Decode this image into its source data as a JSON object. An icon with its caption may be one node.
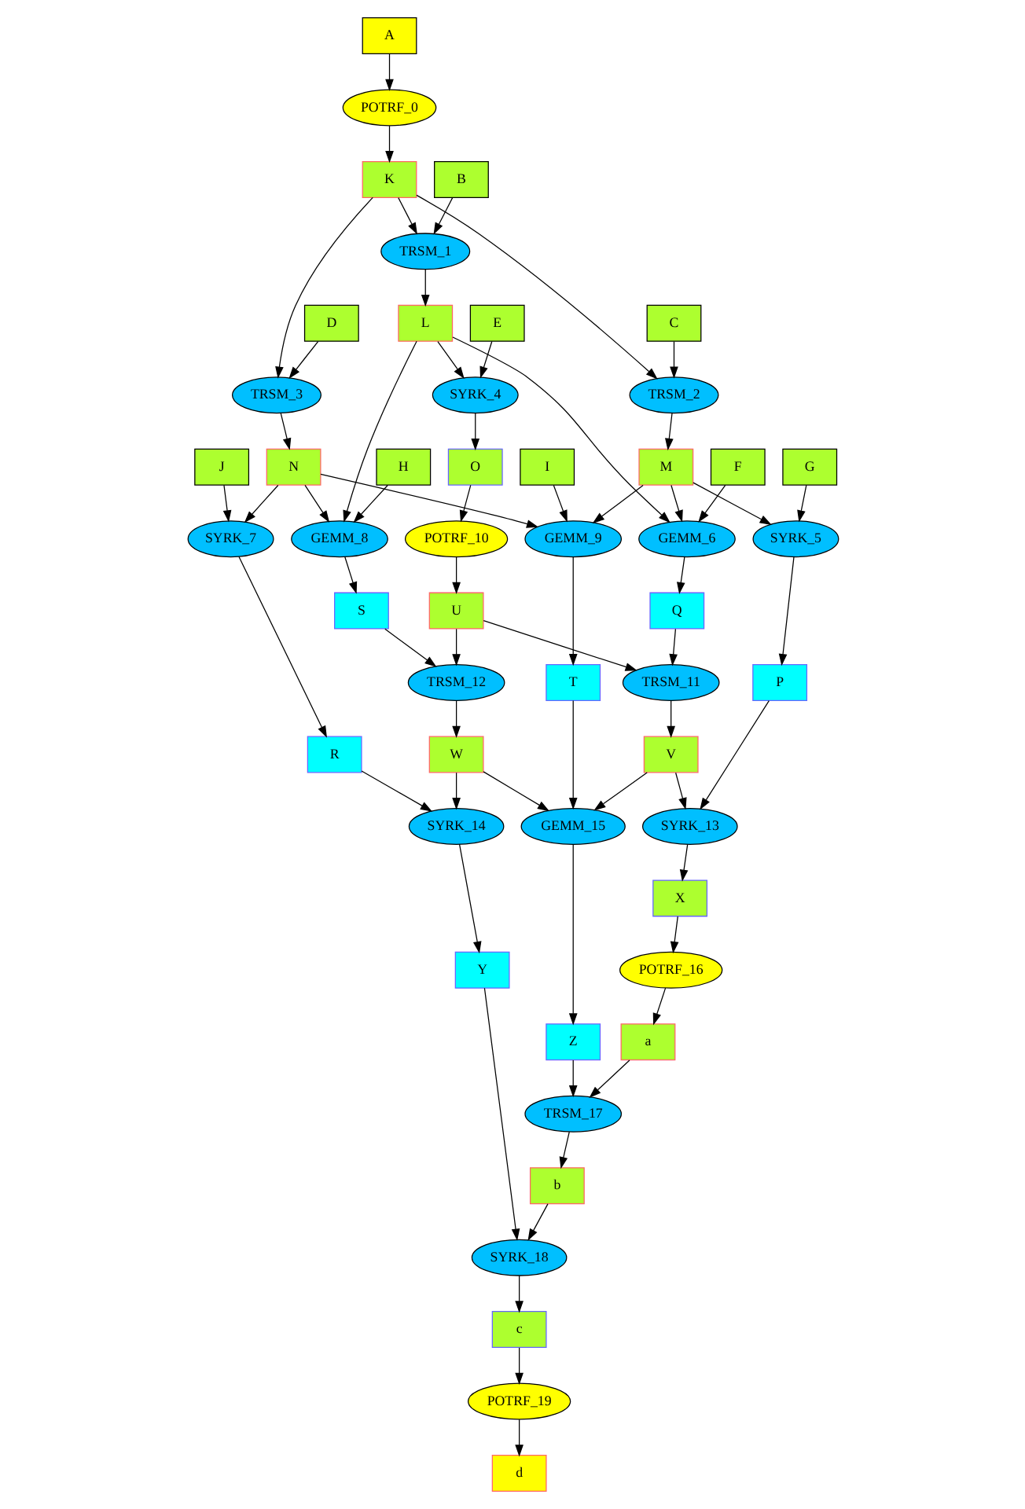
{
  "diagram": {
    "nodes": [
      {
        "text": [
          "A"
        ]
      },
      {
        "text": [
          "POTRF_0"
        ]
      },
      {
        "text": [
          "K"
        ]
      },
      {
        "text": [
          "B"
        ]
      },
      {
        "text": [
          "TRSM_1"
        ]
      },
      {
        "text": [
          "D"
        ]
      },
      {
        "text": [
          "L"
        ]
      },
      {
        "text": [
          "E"
        ]
      },
      {
        "text": [
          "C"
        ]
      },
      {
        "text": [
          "TRSM_3"
        ]
      },
      {
        "text": [
          "SYRK_4"
        ]
      },
      {
        "text": [
          "TRSM_2"
        ]
      },
      {
        "text": [
          "J"
        ]
      },
      {
        "text": [
          "H"
        ]
      },
      {
        "text": [
          "N"
        ]
      },
      {
        "text": [
          "O"
        ]
      },
      {
        "text": [
          "I"
        ]
      },
      {
        "text": [
          "M"
        ]
      },
      {
        "text": [
          "F"
        ]
      },
      {
        "text": [
          "G"
        ]
      },
      {
        "text": [
          "SYRK_7"
        ]
      },
      {
        "text": [
          "GEMM_8"
        ]
      },
      {
        "text": [
          "POTRF_10"
        ]
      },
      {
        "text": [
          "GEMM_9"
        ]
      },
      {
        "text": [
          "GEMM_6"
        ]
      },
      {
        "text": [
          "SYRK_5"
        ]
      },
      {
        "text": [
          "S"
        ]
      },
      {
        "text": [
          "U"
        ]
      },
      {
        "text": [
          "Q"
        ]
      },
      {
        "text": [
          "R"
        ]
      },
      {
        "text": [
          "TRSM_12"
        ]
      },
      {
        "text": [
          "TRSM_11"
        ]
      },
      {
        "text": [
          "P"
        ]
      },
      {
        "text": [
          "W"
        ]
      },
      {
        "text": [
          "T"
        ]
      },
      {
        "text": [
          "V"
        ]
      },
      {
        "text": [
          "SYRK_14"
        ]
      },
      {
        "text": [
          "GEMM_15"
        ]
      },
      {
        "text": [
          "SYRK_13"
        ]
      },
      {
        "text": [
          "X"
        ]
      },
      {
        "text": [
          "Y"
        ]
      },
      {
        "text": [
          "POTRF_16"
        ]
      },
      {
        "text": [
          "Z"
        ]
      },
      {
        "text": [
          "a"
        ]
      },
      {
        "text": [
          "TRSM_17"
        ]
      },
      {
        "text": [
          "b"
        ]
      },
      {
        "text": [
          "SYRK_18"
        ]
      },
      {
        "text": [
          "c"
        ]
      },
      {
        "text": [
          "POTRF_19"
        ]
      },
      {
        "text": [
          "d"
        ]
      }
    ],
    "edges": [
      {
        "from": 0,
        "to": 1,
        "arrow": "to"
      },
      {
        "from": 1,
        "to": 2,
        "arrow": "to"
      },
      {
        "from": 2,
        "to": 4,
        "arrow": "to"
      },
      {
        "from": 3,
        "to": 4,
        "arrow": "to"
      },
      {
        "from": 2,
        "to": 9,
        "arrow": "to"
      },
      {
        "from": 2,
        "to": 11,
        "arrow": "to"
      },
      {
        "from": 4,
        "to": 6,
        "arrow": "to"
      },
      {
        "from": 5,
        "to": 9,
        "arrow": "to"
      },
      {
        "from": 6,
        "to": 10,
        "arrow": "to"
      },
      {
        "from": 7,
        "to": 10,
        "arrow": "to"
      },
      {
        "from": 8,
        "to": 11,
        "arrow": "to"
      },
      {
        "from": 6,
        "to": 21,
        "arrow": "to"
      },
      {
        "from": 6,
        "to": 24,
        "arrow": "to"
      },
      {
        "from": 9,
        "to": 14,
        "arrow": "to"
      },
      {
        "from": 10,
        "to": 15,
        "arrow": "to"
      },
      {
        "from": 11,
        "to": 17,
        "arrow": "to"
      },
      {
        "from": 12,
        "to": 20,
        "arrow": "to"
      },
      {
        "from": 13,
        "to": 21,
        "arrow": "to"
      },
      {
        "from": 14,
        "to": 20,
        "arrow": "to"
      },
      {
        "from": 14,
        "to": 21,
        "arrow": "to"
      },
      {
        "from": 14,
        "to": 23,
        "arrow": "to"
      },
      {
        "from": 15,
        "to": 22,
        "arrow": "to"
      },
      {
        "from": 16,
        "to": 23,
        "arrow": "to"
      },
      {
        "from": 17,
        "to": 23,
        "arrow": "to"
      },
      {
        "from": 17,
        "to": 24,
        "arrow": "to"
      },
      {
        "from": 18,
        "to": 24,
        "arrow": "to"
      },
      {
        "from": 17,
        "to": 25,
        "arrow": "to"
      },
      {
        "from": 19,
        "to": 25,
        "arrow": "to"
      },
      {
        "from": 20,
        "to": 29,
        "arrow": "to"
      },
      {
        "from": 21,
        "to": 26,
        "arrow": "to"
      },
      {
        "from": 22,
        "to": 27,
        "arrow": "to"
      },
      {
        "from": 23,
        "to": 34,
        "arrow": "to"
      },
      {
        "from": 24,
        "to": 28,
        "arrow": "to"
      },
      {
        "from": 25,
        "to": 32,
        "arrow": "to"
      },
      {
        "from": 26,
        "to": 30,
        "arrow": "to"
      },
      {
        "from": 27,
        "to": 30,
        "arrow": "to"
      },
      {
        "from": 27,
        "to": 31,
        "arrow": "to"
      },
      {
        "from": 28,
        "to": 31,
        "arrow": "to"
      },
      {
        "from": 30,
        "to": 33,
        "arrow": "to"
      },
      {
        "from": 31,
        "to": 35,
        "arrow": "to"
      },
      {
        "from": 29,
        "to": 36,
        "arrow": "to"
      },
      {
        "from": 33,
        "to": 36,
        "arrow": "to"
      },
      {
        "from": 33,
        "to": 37,
        "arrow": "to"
      },
      {
        "from": 34,
        "to": 37,
        "arrow": "to"
      },
      {
        "from": 35,
        "to": 37,
        "arrow": "to"
      },
      {
        "from": 35,
        "to": 38,
        "arrow": "to"
      },
      {
        "from": 32,
        "to": 38,
        "arrow": "to"
      },
      {
        "from": 38,
        "to": 39,
        "arrow": "to"
      },
      {
        "from": 36,
        "to": 40,
        "arrow": "to"
      },
      {
        "from": 39,
        "to": 41,
        "arrow": "to"
      },
      {
        "from": 37,
        "to": 42,
        "arrow": "to"
      },
      {
        "from": 41,
        "to": 43,
        "arrow": "to"
      },
      {
        "from": 42,
        "to": 44,
        "arrow": "to"
      },
      {
        "from": 43,
        "to": 44,
        "arrow": "to"
      },
      {
        "from": 44,
        "to": 45,
        "arrow": "to"
      },
      {
        "from": 40,
        "to": 46,
        "arrow": "to"
      },
      {
        "from": 45,
        "to": 46,
        "arrow": "to"
      },
      {
        "from": 46,
        "to": 47,
        "arrow": "to"
      },
      {
        "from": 47,
        "to": 48,
        "arrow": "to"
      },
      {
        "from": 48,
        "to": 49,
        "arrow": "to"
      }
    ]
  }
}
